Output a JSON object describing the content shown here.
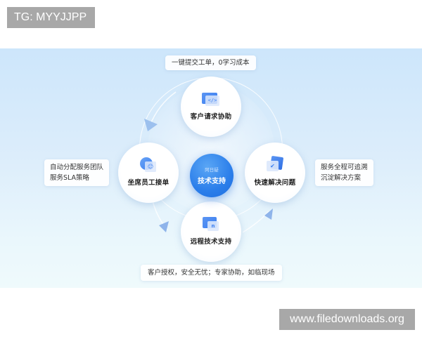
{
  "watermarks": {
    "top": "TG: MYYJJPP",
    "bottom": "www.filedownloads.org"
  },
  "diagram": {
    "type": "cycle",
    "center": {
      "subtitle": "阿日疑",
      "title": "技术支持",
      "color": "#2b7eea"
    },
    "nodes": [
      {
        "id": "top",
        "label": "客户请求协助",
        "icon": "code-window-icon"
      },
      {
        "id": "left",
        "label": "坐席员工接单",
        "icon": "agent-user-icon"
      },
      {
        "id": "right",
        "label": "快速解决问题",
        "icon": "checkmark-card-icon"
      },
      {
        "id": "bottom",
        "label": "远程技术支持",
        "icon": "remote-window-icon"
      }
    ],
    "callouts": {
      "top": "一键提交工单，0学习成本",
      "left": [
        "自动分配服务团队",
        "服务SLA策略"
      ],
      "right": [
        "服务全程可追溯",
        "沉淀解决方案"
      ],
      "bottom": "客户授权，安全无忧；专家协助，如临现场"
    },
    "colors": {
      "background_top": "#cde6fb",
      "background_bottom": "#effafc",
      "icon_blue": "#3b7ff0",
      "arrow": "#8fb8ee"
    }
  }
}
